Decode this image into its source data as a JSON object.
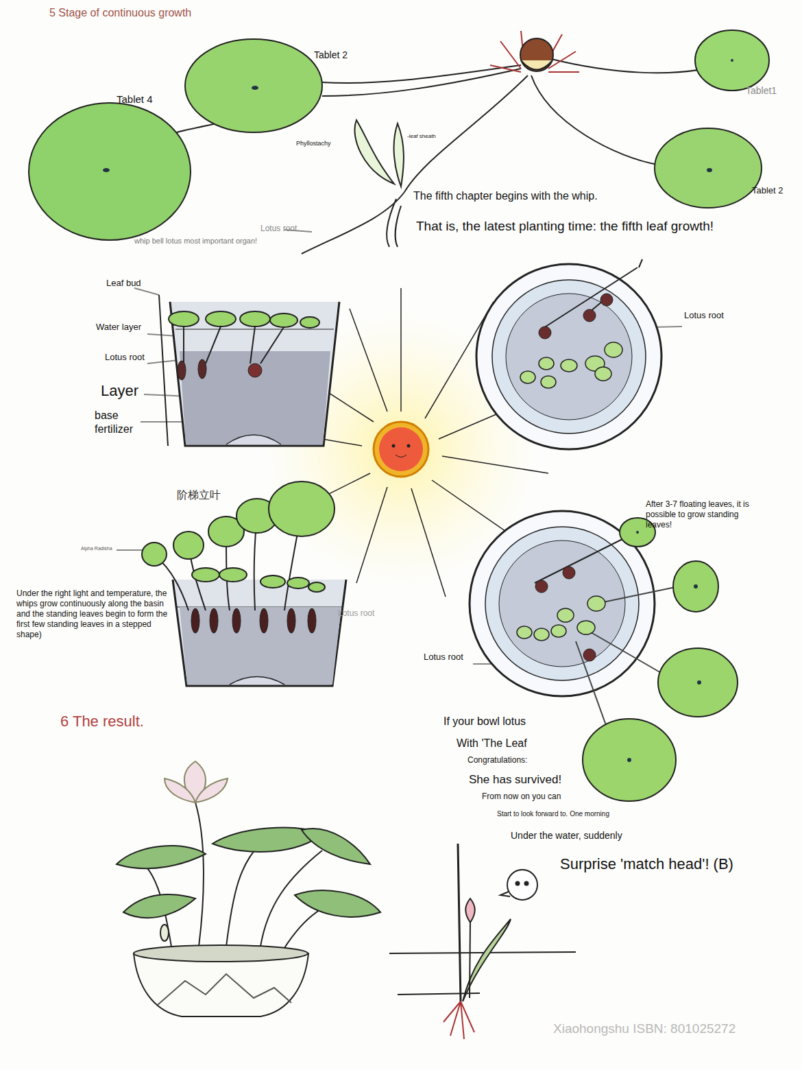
{
  "diagram": {
    "title": "5 Stage of continuous growth",
    "labels": [
      "Tablet 2",
      "Tablet 4",
      "Tablet1",
      "Phyllostachy",
      "-leaf sheath",
      "Tablet 2",
      "The fifth chapter begins with the whip.",
      "That is, the latest planting time: the fifth leaf growth!",
      "Lotus root",
      "whip bell lotus most important organ!",
      "Leaf bud",
      "Water layer",
      "Lotus root",
      "Layer",
      "base fertilizer",
      "Lotus root",
      "阶梯立叶",
      "Alpha Radisha",
      "Under the right light and temperature, the whips grow continuously along the basin and the standing leaves begin to form the first few standing leaves in a stepped shape)",
      "Lotus root",
      "After 3-7 floating leaves, it is possible to grow standing leaves!",
      "Lotus root",
      "6 The result.",
      "If your bowl lotus",
      "With 'The Leaf",
      "Congratulations:",
      "She has survived!",
      "From now on you can",
      "Start to look forward to. One morning",
      "Under the water, suddenly",
      "Surprise 'match head'! (B)",
      "Xiaohongshu ISBN: 801025272"
    ]
  }
}
